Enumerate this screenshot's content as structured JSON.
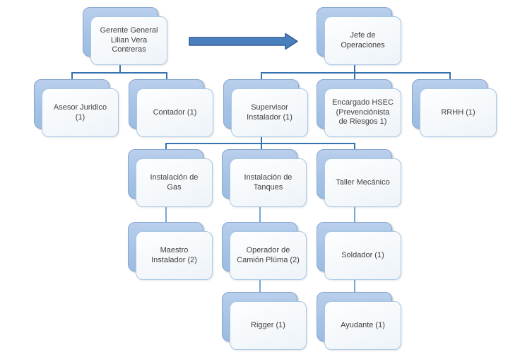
{
  "diagram": {
    "type": "org-chart",
    "nodes": [
      {
        "id": "gerente-general",
        "label": "Gerente General Lilian Vera Contreras"
      },
      {
        "id": "jefe-operaciones",
        "label": "Jefe de Operaciones"
      },
      {
        "id": "asesor-juridico",
        "label": "Asesor Juridico (1)"
      },
      {
        "id": "contador",
        "label": "Contador (1)"
      },
      {
        "id": "supervisor-instalador",
        "label": "Supervisor Instalador (1)"
      },
      {
        "id": "encargado-hsec",
        "label": "Encargado HSEC (Prevenciónista de Riesgos 1)"
      },
      {
        "id": "rrhh",
        "label": "RRHH (1)"
      },
      {
        "id": "instalacion-gas",
        "label": "Instalación de Gas"
      },
      {
        "id": "instalacion-tanques",
        "label": "Instalación de Tanques"
      },
      {
        "id": "taller-mecanico",
        "label": "Taller Mecánico"
      },
      {
        "id": "maestro-instalador",
        "label": "Maestro Instalador (2)"
      },
      {
        "id": "operador-camion-pluma",
        "label": "Operador de Camión Plúma (2)"
      },
      {
        "id": "soldador",
        "label": "Soldador (1)"
      },
      {
        "id": "rigger",
        "label": "Rigger (1)"
      },
      {
        "id": "ayudante",
        "label": "Ayudante (1)"
      }
    ],
    "edges": [
      {
        "from": "gerente-general",
        "to": "asesor-juridico"
      },
      {
        "from": "gerente-general",
        "to": "contador"
      },
      {
        "from": "jefe-operaciones",
        "to": "supervisor-instalador"
      },
      {
        "from": "jefe-operaciones",
        "to": "encargado-hsec"
      },
      {
        "from": "jefe-operaciones",
        "to": "rrhh"
      },
      {
        "from": "supervisor-instalador",
        "to": "instalacion-gas"
      },
      {
        "from": "supervisor-instalador",
        "to": "instalacion-tanques"
      },
      {
        "from": "supervisor-instalador",
        "to": "taller-mecanico"
      },
      {
        "from": "instalacion-gas",
        "to": "maestro-instalador"
      },
      {
        "from": "instalacion-tanques",
        "to": "operador-camion-pluma"
      },
      {
        "from": "taller-mecanico",
        "to": "soldador"
      },
      {
        "from": "operador-camion-pluma",
        "to": "rigger"
      },
      {
        "from": "soldador",
        "to": "ayudante"
      }
    ],
    "arrow": {
      "from": "gerente-general",
      "to": "jefe-operaciones",
      "direction": "right"
    },
    "colors": {
      "connector_dark": "#3572b0",
      "connector_light": "#74a7d8",
      "card_back_fill": "#a6c3e6",
      "card_back_border": "#87a7cf",
      "card_front_fill": "#f4f8fb",
      "card_front_border": "#a8c7e6",
      "arrow_fill": "#4a80bd",
      "arrow_stroke": "#2f5c95",
      "text": "#3f3f3f",
      "background": "#ffffff"
    }
  }
}
